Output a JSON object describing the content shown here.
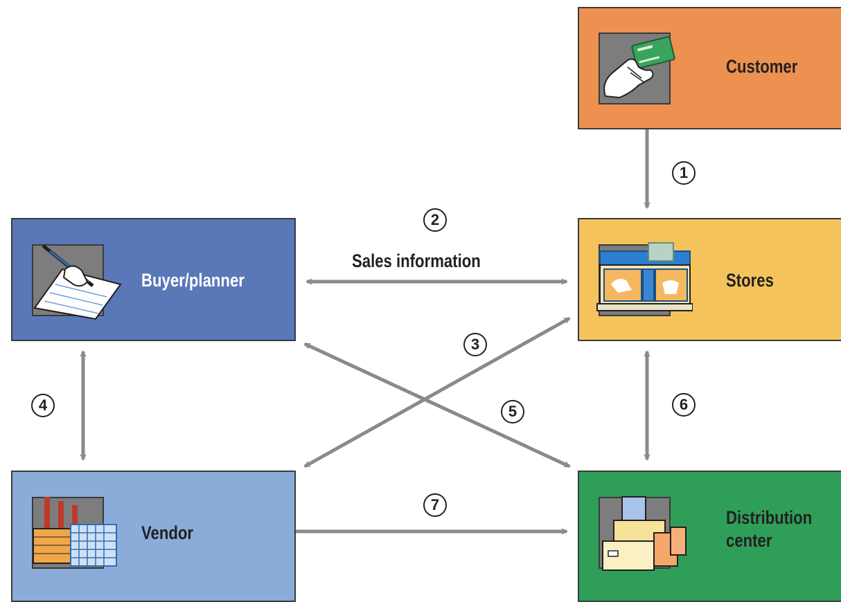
{
  "nodes": {
    "customer": {
      "label": "Customer"
    },
    "stores": {
      "label": "Stores"
    },
    "buyer": {
      "label": "Buyer/planner"
    },
    "vendor": {
      "label": "Vendor"
    },
    "dc": {
      "label_line1": "Distribution",
      "label_line2": "center"
    }
  },
  "edges": [
    {
      "number": "1"
    },
    {
      "number": "2",
      "label": "Sales information"
    },
    {
      "number": "3"
    },
    {
      "number": "4"
    },
    {
      "number": "5"
    },
    {
      "number": "6"
    },
    {
      "number": "7"
    }
  ],
  "icons": {
    "customer": "hand-card-icon",
    "stores": "storefront-icon",
    "buyer": "hand-pen-icon",
    "vendor": "factory-icon",
    "dc": "boxes-icon"
  },
  "colors": {
    "customer": "#ec9150",
    "stores": "#f4c35b",
    "buyer": "#5a78b8",
    "vendor": "#8bacd8",
    "dc": "#2f9e58",
    "arrow": "#8a8a8a"
  }
}
